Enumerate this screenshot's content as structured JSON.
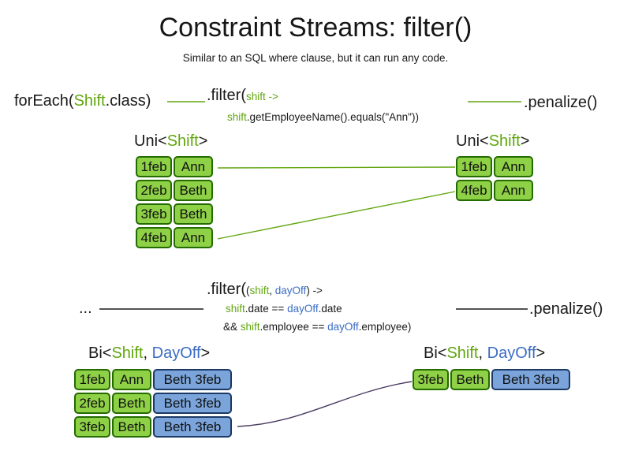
{
  "title": "Constraint Streams: filter()",
  "subtitle": "Similar to an SQL where clause, but it can run any code.",
  "colors": {
    "green": "#61a60e",
    "blue": "#3b6cc4",
    "orange": "#c45a10",
    "cell_green_bg": "#8ed046",
    "cell_green_border": "#246b00",
    "cell_blue_bg": "#7aa4da",
    "cell_blue_border": "#1c3a66",
    "line_dark": "#1a1a1a",
    "line_purple": "#4a3a63"
  },
  "s1": {
    "foreach_pre": "forEach(",
    "foreach_class": "Shift",
    "foreach_post": ".class)",
    "filter_call": ".filter(",
    "filter_lambda": "shift ->",
    "filter_body_var": "shift",
    "filter_body_rest": ".getEmployeeName().equals(\"Ann\")",
    "filter_close": ")",
    "penalize": ".penalize()",
    "left_label_pre": "Uni<",
    "left_label_type": "Shift",
    "left_label_post": ">",
    "right_label_pre": "Uni<",
    "right_label_type": "Shift",
    "right_label_post": ">",
    "left_rows": [
      {
        "date": "1feb",
        "name": "Ann"
      },
      {
        "date": "2feb",
        "name": "Beth"
      },
      {
        "date": "3feb",
        "name": "Beth"
      },
      {
        "date": "4feb",
        "name": "Ann"
      }
    ],
    "right_rows": [
      {
        "date": "1feb",
        "name": "Ann"
      },
      {
        "date": "4feb",
        "name": "Ann"
      }
    ]
  },
  "s2": {
    "ellipsis": "...",
    "filter_call": ".filter(",
    "lambda_open": "(",
    "lambda_p1": "shift",
    "lambda_sep": ", ",
    "lambda_p2": "dayOff",
    "lambda_close": ") ->",
    "body1_v1": "shift",
    "body1_m1": ".date == ",
    "body1_v2": "dayOff",
    "body1_m2": ".date",
    "body2_pre": "&& ",
    "body2_v1": "shift",
    "body2_m1": ".employee == ",
    "body2_v2": "dayOff",
    "body2_m2": ".employee",
    "body2_close": ")",
    "penalize": ".penalize()",
    "left_label_pre": "Bi<",
    "left_label_t1": "Shift",
    "left_label_sep": ", ",
    "left_label_t2": "DayOff",
    "left_label_post": ">",
    "right_label_pre": "Bi<",
    "right_label_t1": "Shift",
    "right_label_sep": ", ",
    "right_label_t2": "DayOff",
    "right_label_post": ">",
    "left_rows": [
      {
        "date": "1feb",
        "name": "Ann",
        "dayoff": "Beth 3feb"
      },
      {
        "date": "2feb",
        "name": "Beth",
        "dayoff": "Beth 3feb"
      },
      {
        "date": "3feb",
        "name": "Beth",
        "dayoff": "Beth 3feb"
      }
    ],
    "right_rows": [
      {
        "date": "3feb",
        "name": "Beth",
        "dayoff": "Beth 3feb"
      }
    ]
  }
}
